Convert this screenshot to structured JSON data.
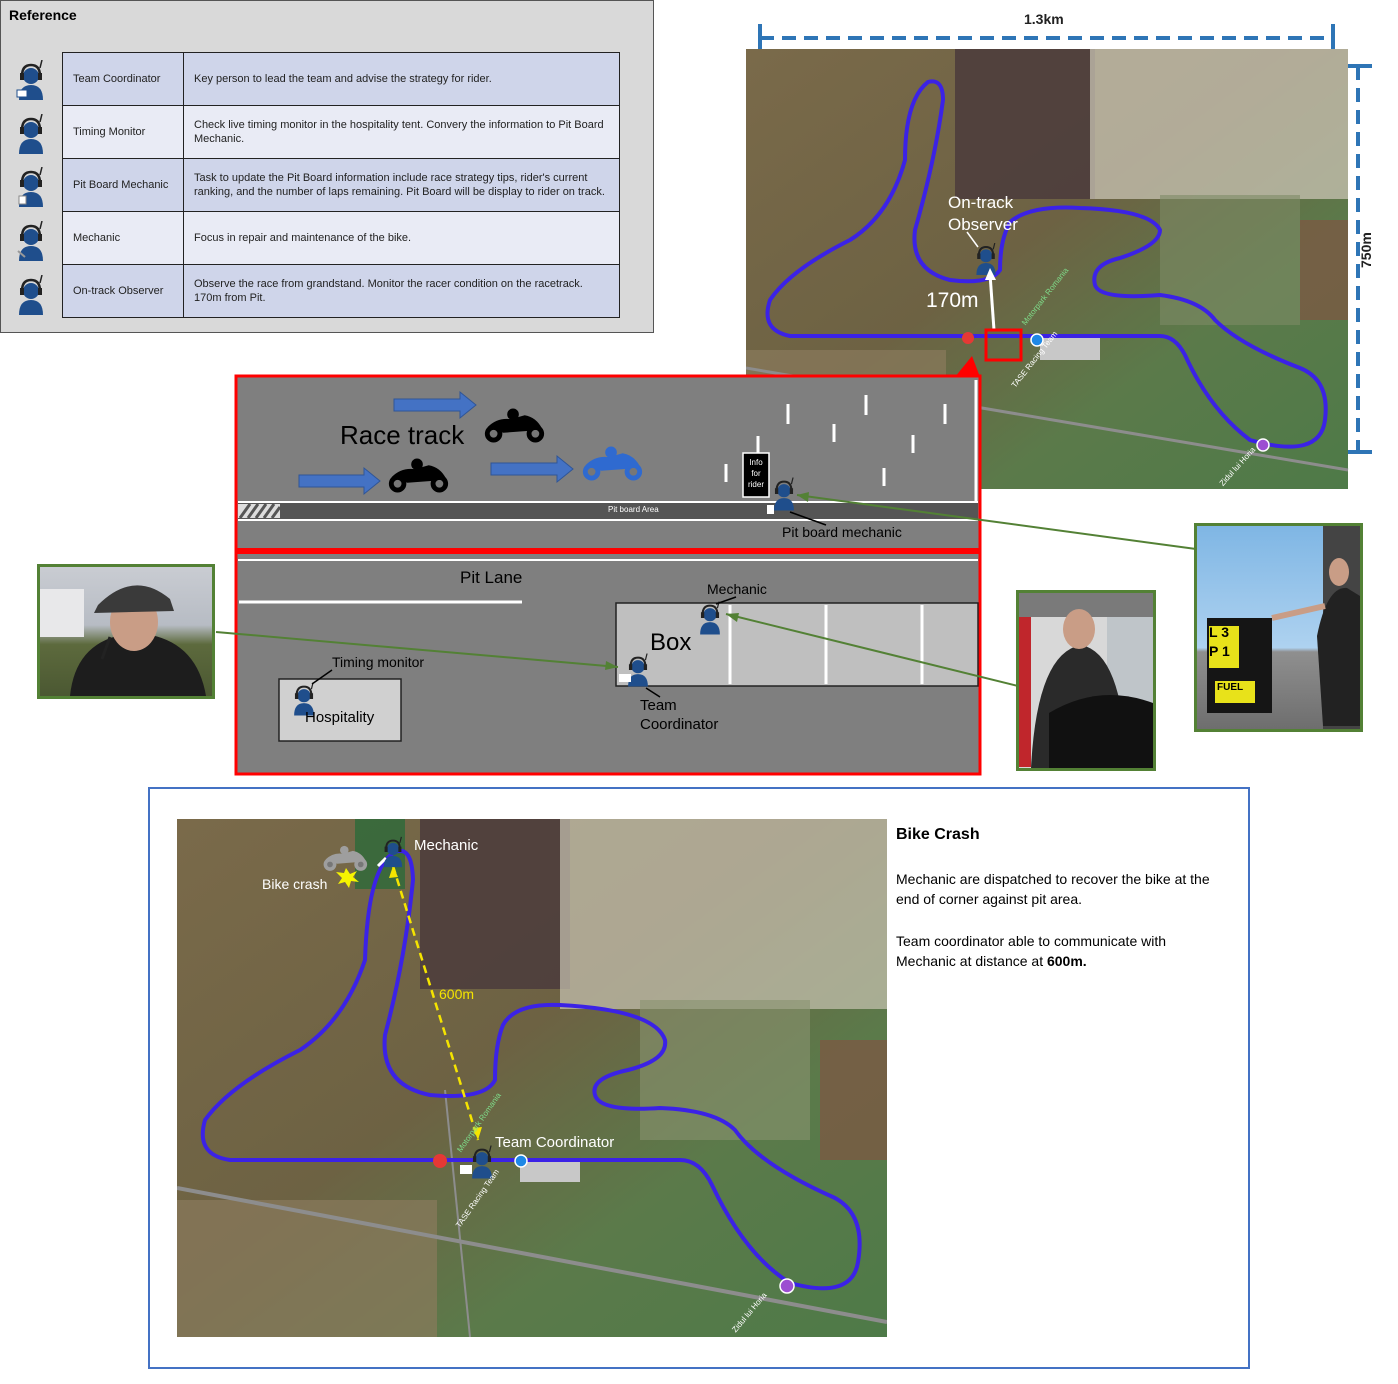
{
  "reference": {
    "title": "Reference",
    "rows": [
      {
        "role": "Team Coordinator",
        "desc": "Key person to lead the team and advise the strategy for rider."
      },
      {
        "role": "Timing Monitor",
        "desc": "Check live timing monitor in the hospitality tent. Convery the information to Pit Board Mechanic."
      },
      {
        "role": "Pit Board Mechanic",
        "desc": "Task to update the Pit Board information include race strategy tips, rider's current ranking, and the number of laps remaining. Pit Board will be display to rider on track."
      },
      {
        "role": "Mechanic",
        "desc": "Focus in repair and maintenance of the bike."
      },
      {
        "role": "On-track Observer",
        "desc": "Observe the race from grandstand. Monitor the racer condition on the racetrack. 170m from Pit."
      }
    ]
  },
  "top_map": {
    "width_label": "1.3km",
    "height_label": "750m",
    "observer_label": "On-track Observer",
    "distance_label": "170m",
    "road_labels": [
      "Motorpark Romania",
      "TASE Racing Team",
      "Zidul lui Horia"
    ]
  },
  "pit_diagram": {
    "race_track_label": "Race track",
    "info_sign": "Info for rider",
    "pit_board_area": "Pit board Area",
    "pit_board_mechanic": "Pit board mechanic",
    "pit_lane_label": "Pit Lane",
    "mechanic_label": "Mechanic",
    "box_label": "Box",
    "timing_monitor_label": "Timing monitor",
    "hospitality_label": "Hospitality",
    "team_coordinator_label": "Team Coordinator"
  },
  "pit_board_photo": {
    "line1": "L 3",
    "line2": "P 1",
    "line3": "FUEL"
  },
  "crash_panel": {
    "title": "Bike Crash",
    "para1": "Mechanic are dispatched to recover the bike at the end of corner against pit area.",
    "para2_prefix": "Team coordinator able to communicate with Mechanic at distance at ",
    "para2_bold": "600m.",
    "mechanic_label": "Mechanic",
    "bike_crash_label": "Bike crash",
    "distance_label": "600m",
    "coordinator_label": "Team Coordinator",
    "road_labels": [
      "Motorpark Romania",
      "TASE Racing Team",
      "Zidul lui Horia"
    ]
  },
  "colors": {
    "track": "#3b22e6",
    "frame_red": "#ff0000",
    "photo_frame": "#538135",
    "panel_border": "#4472c4",
    "dimension_blue": "#2e75b6",
    "person": "#1f4e8c",
    "asphalt": "#7f7f7f"
  }
}
